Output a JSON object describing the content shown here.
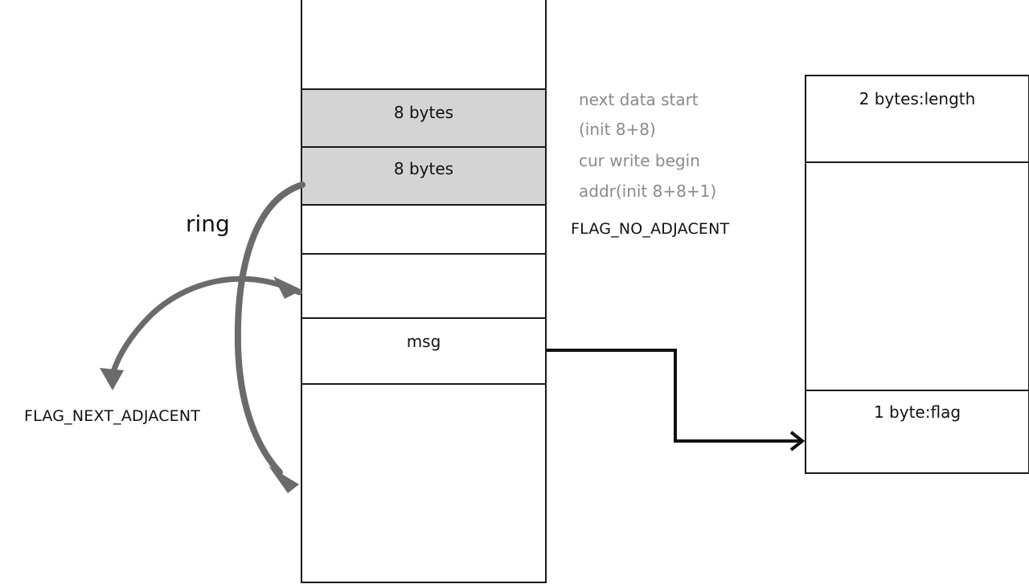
{
  "ring_buffer": {
    "header_1": "8 bytes",
    "header_2": "8 bytes",
    "msg": "msg"
  },
  "notes": {
    "next_data_start_line1": "next data start",
    "next_data_start_line2": "(init 8+8)",
    "cur_write_begin_line1": "cur write begin",
    "cur_write_begin_line2": "addr(init 8+8+1)"
  },
  "flags": {
    "no_adjacent": "FLAG_NO_ADJACENT",
    "next_adjacent": "FLAG_NEXT_ADJACENT"
  },
  "ring_label": "ring",
  "message_layout": {
    "length_field": "2 bytes:length",
    "flag_field": "1 byte:flag"
  },
  "colors": {
    "header_fill": "#d4d4d4",
    "arrow_fill": "#6b6b6b",
    "note_text": "#8a8a8a"
  }
}
